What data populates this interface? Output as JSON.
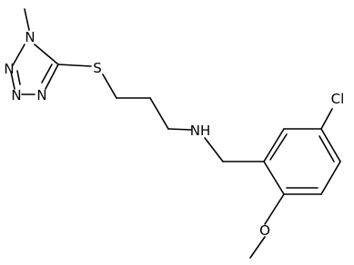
{
  "molecule": {
    "atoms": {
      "N1": "N",
      "N2": "N",
      "N3": "N",
      "N4": "N",
      "S": "S",
      "NH": "NH",
      "Cl": "Cl",
      "O": "O"
    }
  }
}
